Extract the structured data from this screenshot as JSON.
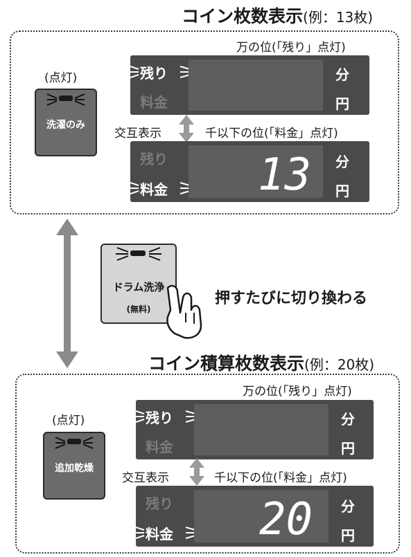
{
  "top": {
    "heading": "コイン枚数表示",
    "heading_paren": "(例：13枚)",
    "button_status": "(点灯)",
    "button_label": "洗濯のみ",
    "upper_caption": "万の位(「残り」点灯)",
    "toggle_caption": "交互表示",
    "lower_caption": "千以下の位(「料金」点灯)",
    "upper_panel": {
      "remaining": "残り",
      "fee": "料金",
      "unit_min": "分",
      "unit_yen": "円"
    },
    "lower_panel": {
      "remaining": "残り",
      "fee": "料金",
      "unit_min": "分",
      "unit_yen": "円",
      "digits": "13"
    }
  },
  "middle": {
    "button_label_1": "ドラム洗浄",
    "button_label_2": "(無料)",
    "note": "押すたびに切り換わる"
  },
  "bottom": {
    "heading": "コイン積算枚数表示",
    "heading_paren": "(例：20枚)",
    "button_status": "(点灯)",
    "button_label": "追加乾燥",
    "upper_caption": "万の位(「残り」点灯)",
    "toggle_caption": "交互表示",
    "lower_caption": "千以下の位(「料金」点灯)",
    "upper_panel": {
      "remaining": "残り",
      "fee": "料金",
      "unit_min": "分",
      "unit_yen": "円"
    },
    "lower_panel": {
      "remaining": "残り",
      "fee": "料金",
      "unit_min": "分",
      "unit_yen": "円",
      "digits": "20"
    }
  },
  "colors": {
    "panel": "#4a4a4a",
    "screen": "#5e5e5e",
    "dim_label": "#7b7b7b",
    "lit_label": "#ffffff",
    "arrow": "#8a8a8a"
  }
}
